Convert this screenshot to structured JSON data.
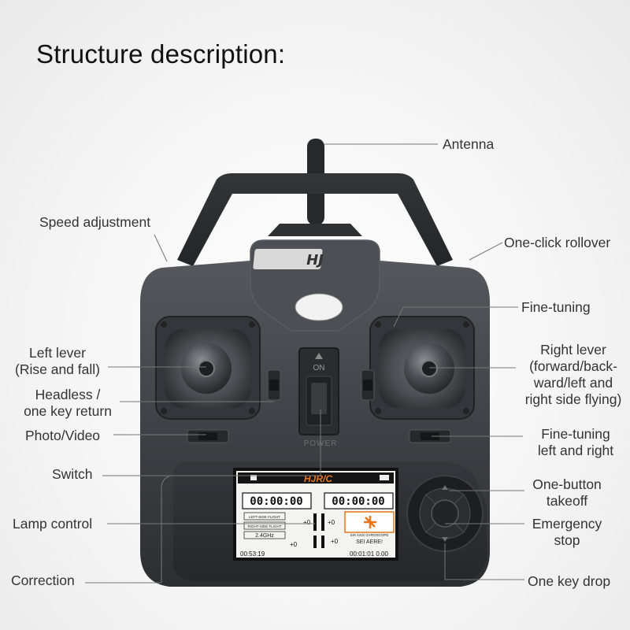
{
  "title": "Structure description:",
  "labels": {
    "antenna": "Antenna",
    "speed_adjustment": "Speed adjustment",
    "one_click_rollover": "One-click rollover",
    "fine_tuning": "Fine-tuning",
    "left_lever_1": "Left lever",
    "left_lever_2": "(Rise and fall)",
    "headless_1": "Headless /",
    "headless_2": "one key return",
    "photo_video": "Photo/Video",
    "switch": "Switch",
    "lamp_control": "Lamp control",
    "correction": "Correction",
    "right_lever_1": "Right lever",
    "right_lever_2": "(forward/back-",
    "right_lever_3": "ward/left and",
    "right_lever_4": "right side flying)",
    "fine_tuning_lr_1": "Fine-tuning",
    "fine_tuning_lr_2": "left and right",
    "one_button_takeoff_1": "One-button",
    "one_button_takeoff_2": "takeoff",
    "emergency_stop_1": "Emergency",
    "emergency_stop_2": "stop",
    "one_key_drop": "One key drop"
  },
  "device": {
    "logo": "HJ",
    "switch_on": "ON",
    "switch_power": "POWER",
    "screen": {
      "brand": "HJR/C",
      "timer_left": "00:00:00",
      "timer_right": "00:00:00",
      "mode_left": "LEFT-SIDE FLIGHT",
      "mode_right": "RIGHT-SIDE FLIGHT",
      "frequency": "2.4GHz",
      "trim_1": "+0",
      "trim_2": "+0",
      "trim_3": "+0",
      "trim_4": "+0",
      "gyro": "SIX AXIS GYROSCOPE",
      "sei": "SEI AERE!",
      "time_left": "00:53:19",
      "time_right": "00:01:01 0.00"
    }
  },
  "colors": {
    "body": "#3c3f43",
    "panel": "#2f3236",
    "accent_orange": "#e8751a",
    "leader_line": "#777777"
  }
}
